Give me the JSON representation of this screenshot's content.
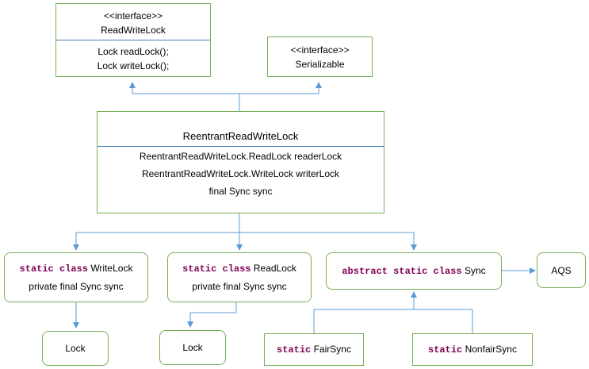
{
  "readWriteLock": {
    "stereotype": "<<interface>>",
    "name": "ReadWriteLock",
    "methods": [
      "Lock readLock();",
      "Lock writeLock();"
    ]
  },
  "serializable": {
    "stereotype": "<<interface>>",
    "name": "Serializable"
  },
  "reentrant": {
    "name": "ReentrantReadWriteLock",
    "fields": [
      "ReentrantReadWriteLock.ReadLock readerLock",
      "ReentrantReadWriteLock.WriteLock writerLock",
      "final Sync sync"
    ]
  },
  "writeLock": {
    "keyword": "static class",
    "name": "WriteLock",
    "field": "private final Sync sync"
  },
  "readLock": {
    "keyword": "static class",
    "name": "ReadLock",
    "field": "private final Sync sync"
  },
  "sync": {
    "keyword": "abstract static class",
    "name": "Sync"
  },
  "aqs": {
    "name": "AQS"
  },
  "lock1": {
    "name": "Lock"
  },
  "lock2": {
    "name": "Lock"
  },
  "fairSync": {
    "keyword": "static",
    "name": "FairSync"
  },
  "nonfairSync": {
    "keyword": "static",
    "name": "NonfairSync"
  },
  "colors": {
    "border": "#76b05a",
    "arrow": "#5b9bd5",
    "separator": "#4a7ebb",
    "keyword": "#7f0055"
  }
}
